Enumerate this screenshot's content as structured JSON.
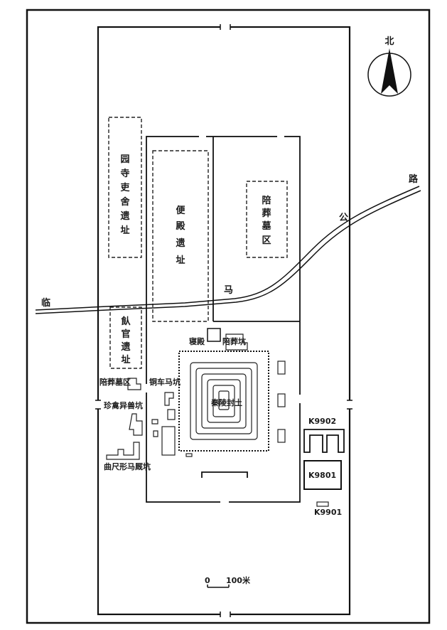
{
  "map": {
    "compass_label": "北",
    "scale": {
      "zero": "0",
      "distance": "100米"
    },
    "road_chars": [
      "临",
      "马",
      "公",
      "路"
    ],
    "zones": {
      "garden_temple": [
        "园",
        "寺",
        "吏",
        "舍",
        "遗",
        "址"
      ],
      "side_hall": [
        "便",
        "殿",
        "遗",
        "址"
      ],
      "burial_area_ne": [
        "陪",
        "葬",
        "墓",
        "区"
      ],
      "official_site": [
        "飤",
        "官",
        "遗",
        "址"
      ]
    },
    "labels": {
      "bedchamber": "寝殿",
      "burial_pit_n": "陪葬坑",
      "burial_area_w": "陪葬墓区",
      "bronze_chariot_pit": "铜车马坑",
      "rare_animal_pit": "珍禽异兽坑",
      "stable_pit": "曲尺形马厩坑",
      "mound": "秦陵封土",
      "k9902": "K9902",
      "k9801": "K9801",
      "k9901": "K9901"
    }
  }
}
